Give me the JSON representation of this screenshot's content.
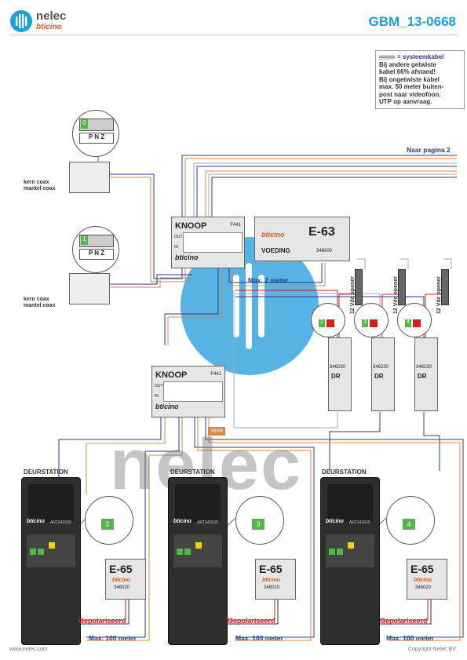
{
  "header": {
    "logo_text": "nelec",
    "logo_tagline": "bticino",
    "doc_code": "GBM_13-0668"
  },
  "legend_note": {
    "line1": "= systeemkabel",
    "line2": "Bij andere getwiste",
    "line3": "kabel 66% afstand!",
    "line4": "Bij ongetwiste kabel",
    "line5": "max. 50 meter buiten-",
    "line6": "post naar videofoon.",
    "line7": "UTP op aanvraag."
  },
  "page_ref": "Naar pagina 2",
  "coax_labels": {
    "kern": "kern coax",
    "mantel": "mantel coax"
  },
  "knoop": {
    "name": "KNOOP",
    "code": "F441",
    "brand": "bticino",
    "out": "OUT",
    "in": "IN"
  },
  "supply": {
    "brand": "bticino",
    "model": "E-63",
    "label": "VOEDING",
    "code": "346000"
  },
  "distance_top": "Max. 2 meter",
  "door_opener_label": "12 Vdc opener",
  "relay": {
    "code": "346230",
    "label": "DR"
  },
  "resistor_tag": "3499",
  "deurstation_label": "DEURSTATION",
  "panel": {
    "brand": "bticino",
    "art": "ART342630"
  },
  "e65": {
    "model": "E-65",
    "brand": "bticino",
    "code": "346020"
  },
  "polarized": "Gepolariseerd",
  "distance_bottom": "Max. 100 meter",
  "addresses": [
    "2",
    "3",
    "4"
  ],
  "footer": {
    "url": "www.nelec.com",
    "copyright": "Copyright Nelec BV"
  },
  "colors": {
    "accent": "#1aa0d8",
    "wire_blue": "#2b3a8f",
    "wire_red": "#d21f1f",
    "wire_orange": "#e0853b",
    "watermark": "#39a6e0"
  }
}
